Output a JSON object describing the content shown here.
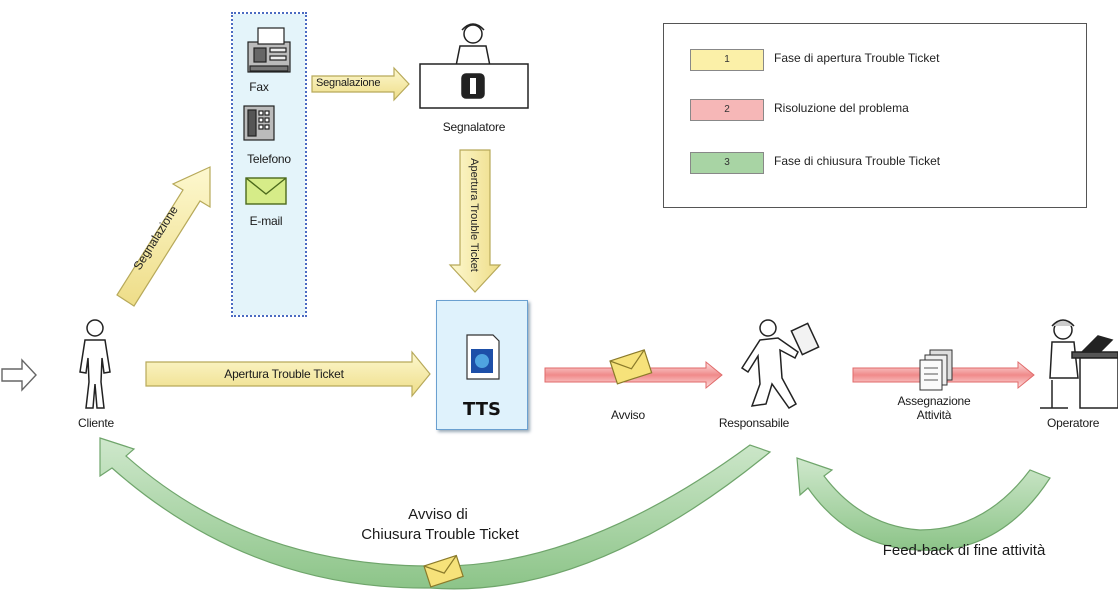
{
  "legend": {
    "items": [
      {
        "number": "1",
        "label": "Fase di apertura Trouble Ticket",
        "color": "#fbf0a8"
      },
      {
        "number": "2",
        "label": "Risoluzione del problema",
        "color": "#f6b7b7"
      },
      {
        "number": "3",
        "label": "Fase di chiusura Trouble Ticket",
        "color": "#a8d4a4"
      }
    ]
  },
  "channels": {
    "fax": "Fax",
    "phone": "Telefono",
    "email": "E-mail"
  },
  "actors": {
    "client": "Cliente",
    "reporter": "Segnalatore",
    "responsible": "Responsabile",
    "operator": "Operatore"
  },
  "system": {
    "name": "TTS"
  },
  "arrows": {
    "report_diag": "Segnalazione",
    "report_h": "Segnalazione",
    "open_ticket_vertical": "Apertura Trouble Ticket",
    "open_ticket": "Apertura Trouble Ticket",
    "notice": "Avviso",
    "assignment_line1": "Assegnazione",
    "assignment_line2": "Attività",
    "closure_line1": "Avviso di",
    "closure_line2": "Chiusura Trouble Ticket",
    "feedback": "Feed-back di fine attività"
  },
  "colors": {
    "phase1": "#f7ec9a",
    "phase1_stroke": "#b7a95a",
    "phase2": "#f27b7b",
    "phase3": "#9ccc98",
    "phase3_stroke": "#6fa56b",
    "channels_border": "#4b6bc2"
  }
}
